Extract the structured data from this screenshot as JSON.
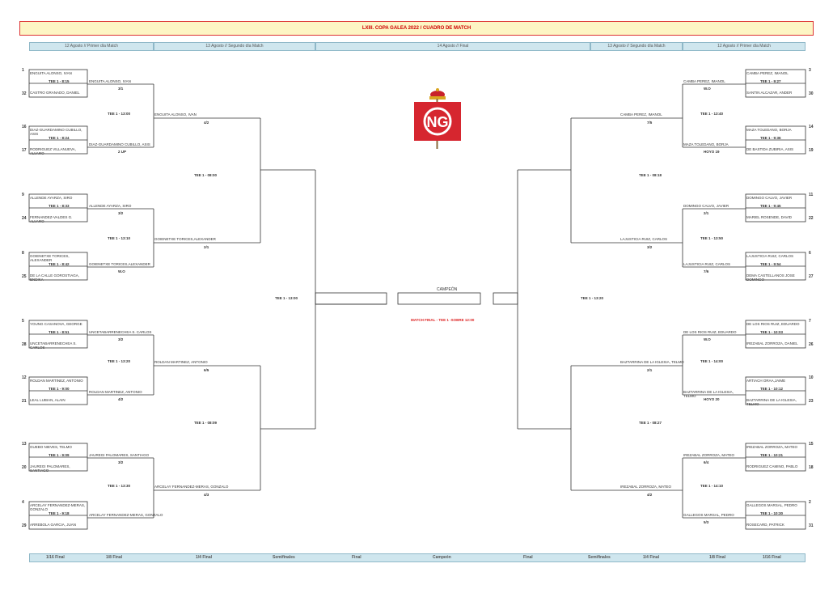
{
  "title": "LXIII. COPA GALEA 2022 / CUADRO DE MATCH",
  "headers": [
    "12 Agosto // Primer día Match",
    "13 Agosto // Segundo día Match",
    "14 Agosto // Final",
    "13 Agosto // Segundo día Match",
    "12 Agosto // Primer día Match"
  ],
  "footer": [
    "1/16 Final",
    "1/8 Final",
    "1/4 Final",
    "Semifinales",
    "Final",
    "Campeón",
    "Final",
    "Semifinales",
    "1/4 Final",
    "1/8 Final",
    "1/16 Final"
  ],
  "center": {
    "champion_label": "CAMPEÓN",
    "final_note": "MATCH FINAL - TEE 1 -SOBRE 12:00"
  },
  "left": {
    "r1": [
      {
        "seed": "1",
        "a": "ENGUITA ALONSO, IVAN",
        "tee": "TEE 1 - 8:15",
        "seed_b": "32",
        "b": "CASTRO GRANADO, DANIEL"
      },
      {
        "seed": "16",
        "a": "DIAZ-GUARDAMINO CUBILLO, ASIS",
        "tee": "TEE 1 - 8:24",
        "seed_b": "17",
        "b": "RODRIGUEZ VILLANUEVA, ALVARO"
      },
      {
        "seed": "9",
        "a": "ALLENDE AYARZA, SIRO",
        "tee": "TEE 1 - 8:33",
        "seed_b": "24",
        "b": "FERNANDEZ-VALDES G. ALVARO"
      },
      {
        "seed": "8",
        "a": "GOIENETXE TORICES, ALEXANDER",
        "tee": "TEE 1 - 8:42",
        "seed_b": "25",
        "b": "DE LA CALLE GOROSTIAGA, ENDIKA"
      },
      {
        "seed": "5",
        "a": "YOUNG CASANOVA, GEORGE",
        "tee": "TEE 1 - 8:51",
        "seed_b": "28",
        "b": "UNCETABARRENECHEA S. CARLOS"
      },
      {
        "seed": "12",
        "a": "ROLDAN MARTINEZ, ANTONIO",
        "tee": "TEE 1 - 9:00",
        "seed_b": "21",
        "b": "LEAL LUBIAN, ALAIN"
      },
      {
        "seed": "13",
        "a": "GUEBO NIEVES, TELMO",
        "tee": "TEE 1 - 9:09",
        "seed_b": "20",
        "b": "JAUREGI PALOMARES, SANTIAGO"
      },
      {
        "seed": "4",
        "a": "ARCELAY FERNANDEZ-MERAS, GONZALO",
        "tee": "TEE 1 - 9:18",
        "seed_b": "29",
        "b": "ARREBOLA GARCIA, JUAN"
      }
    ],
    "r2": [
      {
        "name": "ENGUITA ALONSO, IVAN",
        "res": "3/1"
      },
      {
        "name": "DIAZ-GUARDAMINO CUBILLO, ASIS",
        "res": "2 UP"
      },
      {
        "name": "ALLENDE AYARZA, SIRO",
        "res": "3/2"
      },
      {
        "name": "GOIENETXE TORICES,ALEXANDER",
        "res": "W.O"
      },
      {
        "name": "UNCETABARRENECHEA S. CARLOS",
        "res": "3/2"
      },
      {
        "name": "ROLDAN MARTINEZ, ANTONIO",
        "res": "4/2"
      },
      {
        "name": "JAUREGI PALOMARES, SANTIAGO",
        "res": "3/2"
      },
      {
        "name": "ARCELAY FERNANDEZ-MERAS, GONZALO",
        "res": ""
      }
    ],
    "r2_tees": [
      "TEE 1 - 13:00",
      "TEE 1 - 13:10",
      "TEE 1 - 13:20",
      "TEE 1 - 13:30"
    ],
    "r3": [
      {
        "name": "ENGUITA ALONSO, IVAN",
        "res": "4/2"
      },
      {
        "name": "GOIENETXE TORICES,ALEXANDER",
        "res": "2/1"
      },
      {
        "name": "ROLDAN MARTINEZ, ANTONIO",
        "res": "6/5"
      },
      {
        "name": "ARCELAY FERNANDEZ-MERAS, GONZALO",
        "res": "4/3"
      }
    ],
    "r3_tees": [
      "TEE 1 - 08:00",
      "TEE 1 - 08:09"
    ],
    "semi_tee": "TEE 1 - 13:00"
  },
  "right": {
    "r1": [
      {
        "seed": "3",
        "a": "CAMBA PEREZ, IMANOL",
        "tee": "TEE 1 - 9:27",
        "seed_b": "30",
        "b": "SANTIN ALCAZAR, ANDER"
      },
      {
        "seed": "14",
        "a": "MAZA TOLEDANO, BORJA",
        "tee": "TEE 1 - 9:36",
        "seed_b": "19",
        "b": "DE BASTIDA ZUBIRIA, ASIS"
      },
      {
        "seed": "11",
        "a": "DOMINGO CALVO, JAVIER",
        "tee": "TEE 1 - 9:45",
        "seed_b": "22",
        "b": "MARIEL ROSENDE, DAVID"
      },
      {
        "seed": "6",
        "a": "LAJUSTICIA RUIZ, CARLOS",
        "tee": "TEE 1 - 9:54",
        "seed_b": "27",
        "b": "DEMA CASTELLANOS JOSE DOMINGO"
      },
      {
        "seed": "7",
        "a": "DE LOS RIOS RUIZ, EDUARDO",
        "tee": "TEE 1 - 10:03",
        "seed_b": "26",
        "b": "IREZABAL ZORROZA, DANIEL"
      },
      {
        "seed": "10",
        "a": "ARTIACH ORAA,JAIME",
        "tee": "TEE 1 - 10:12",
        "seed_b": "23",
        "b": "BAZTARRINA DE LA IGLESIA, TELMO"
      },
      {
        "seed": "15",
        "a": "IREZABAL ZORROZA, MATEO",
        "tee": "TEE 1 - 10:21",
        "seed_b": "18",
        "b": "RODRIGUEZ CAMINO, PABLO"
      },
      {
        "seed": "2",
        "a": "GALLEGOS MARSAL, PEDRO",
        "tee": "TEE 1 - 10:30",
        "seed_b": "31",
        "b": "ROSECARD, PATRICK"
      }
    ],
    "r2": [
      {
        "name": "CAMBA PEREZ, IMANOL",
        "res": "W.O"
      },
      {
        "name": "MAZA TOLEDANO, BORJA",
        "res": "HOYO 19"
      },
      {
        "name": "DOMINGO CALVO, JAVIER",
        "res": "2/1"
      },
      {
        "name": "LAJUSTICIA RUIZ, CARLOS",
        "res": "7/6"
      },
      {
        "name": "DE LOS RIOS RUIZ, EDUARDO",
        "res": "W.O"
      },
      {
        "name": "BAZTARRINA DE LA IGLESIA, TELMO",
        "res": "HOYO 20"
      },
      {
        "name": "IREZABAL ZORROZA, MATEO",
        "res": "6/4"
      },
      {
        "name": "GALLEGOS MARSAL, PEDRO",
        "res": "5/3"
      }
    ],
    "r2_tees": [
      "TEE 1 - 13:40",
      "TEE 1 - 13:50",
      "TEE 1 - 14:00",
      "TEE 1 - 14:10"
    ],
    "r3": [
      {
        "name": "CAMBA PEREZ, IMANOL",
        "res": "7/5"
      },
      {
        "name": "LAJUSTICIA RUIZ, CARLOS",
        "res": "3/2"
      },
      {
        "name": "BAZTARRINA DE LA IGLESIA, TELMO",
        "res": "2/1"
      },
      {
        "name": "IREZABAL ZORROZA, MATEO",
        "res": "4/2"
      }
    ],
    "r3_tees": [
      "TEE 1 - 08:18",
      "TEE 1 - 08:27"
    ],
    "semi_tee": "TEE 1 - 13:20"
  },
  "colors": {
    "logo_red": "#d6262f",
    "header_bg": "#cfe6ee",
    "banner_bg": "#fdf5c4"
  }
}
